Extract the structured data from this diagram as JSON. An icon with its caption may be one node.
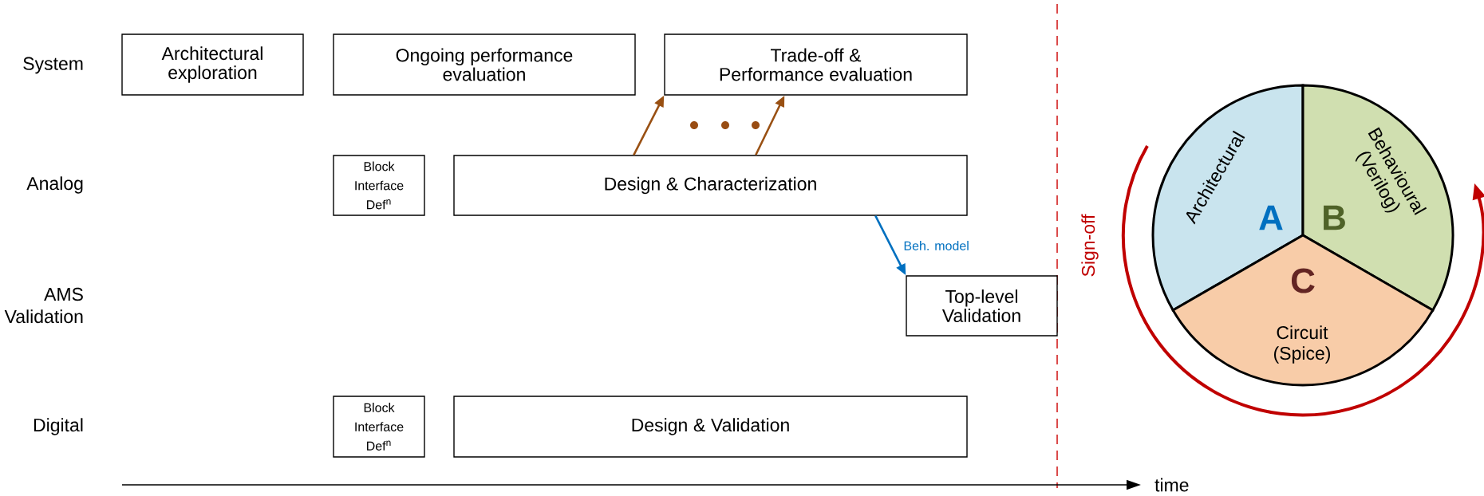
{
  "diagram": {
    "nodes": [
      {
        "text": [
          "Architectural exploration"
        ]
      },
      {
        "text": [
          "Ongoing performance evaluation"
        ]
      },
      {
        "text": [
          "Trade-off & Performance evaluation"
        ]
      },
      {
        "text": [
          "Block Interface Def$^{n}$"
        ]
      },
      {
        "text": [
          "Design & Characterization"
        ]
      },
      {
        "text": [
          "Top-level Validation"
        ]
      },
      {
        "text": [
          "Block Interface Def$^{n}$"
        ]
      },
      {
        "text": [
          "Design & Validation"
        ]
      },
      {
        "text": [
          "A",
          "Architectural"
        ]
      },
      {
        "text": [
          "B",
          "Behavioural (Verilog)"
        ]
      },
      {
        "text": [
          "C",
          "Circuit (Spice)"
        ]
      }
    ],
    "edges": [
      {
        "from": 4,
        "to": 2,
        "arrow": "to"
      },
      {
        "from": 4,
        "to": 2,
        "arrow": "to"
      },
      {
        "from": 4,
        "to": 5,
        "arrow": "to",
        "label": "Beh. model",
        "color": "#0070c0"
      }
    ],
    "labels": [
      "System",
      "Analog",
      "AMS Validation",
      "Digital",
      "Sign-off",
      "time"
    ]
  }
}
